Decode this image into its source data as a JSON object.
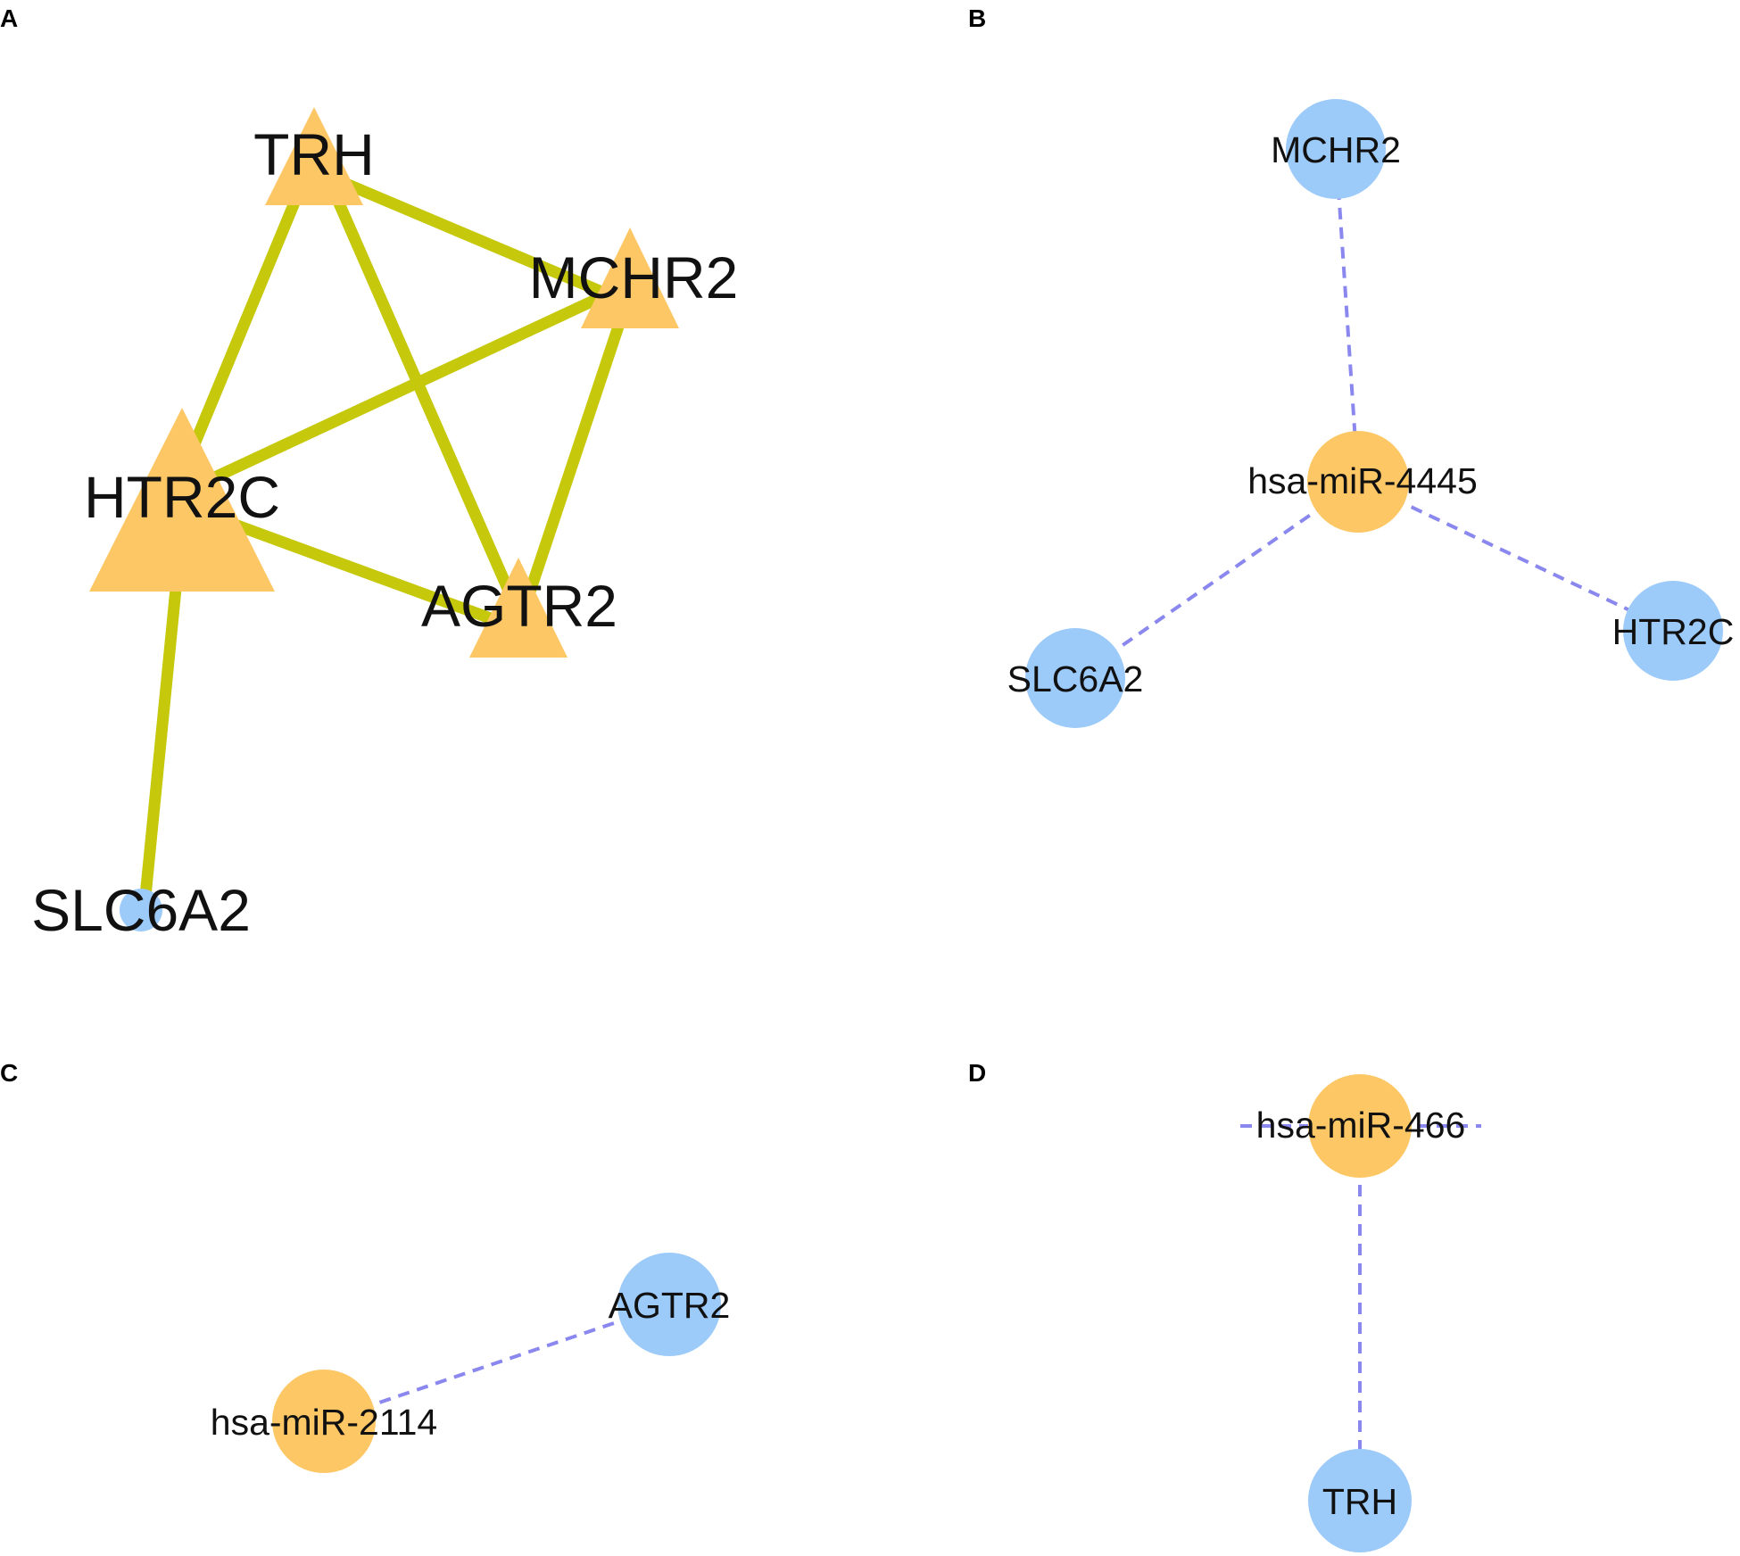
{
  "panels": {
    "A": {
      "label": "A",
      "nodes": {
        "trh": "TRH",
        "mchr2": "MCHR2",
        "htr2c": "HTR2C",
        "agtr2": "AGTR2",
        "slc6a2": "SLC6A2"
      }
    },
    "B": {
      "label": "B",
      "nodes": {
        "mchr2": "MCHR2",
        "mir4445": "hsa-miR-4445",
        "slc6a2": "SLC6A2",
        "htr2c": "HTR2C"
      }
    },
    "C": {
      "label": "C",
      "nodes": {
        "agtr2": "AGTR2",
        "mir2114": "hsa-miR-2114"
      }
    },
    "D": {
      "label": "D",
      "nodes": {
        "mir466": "hsa-miR-466",
        "trh": "TRH"
      }
    }
  },
  "colors": {
    "hub_node": "#fdc765",
    "target_node": "#9ccaf9",
    "ppi_edge": "#c6c80c",
    "mirna_edge": "#8a87ef"
  }
}
